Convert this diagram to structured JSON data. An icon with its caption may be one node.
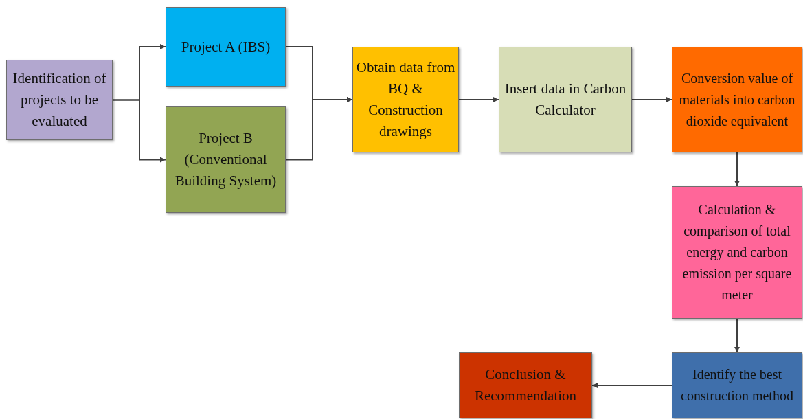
{
  "diagram": {
    "nodes": [
      {
        "text": [
          "Identification of projects to be evaluated"
        ]
      },
      {
        "text": [
          "Project A (IBS)"
        ]
      },
      {
        "text": [
          "Project B (Conventional Building System)"
        ]
      },
      {
        "text": [
          "Obtain data from BQ & Construction drawings"
        ]
      },
      {
        "text": [
          "Insert data in Carbon Calculator"
        ]
      },
      {
        "text": [
          "Conversion value of materials into carbon dioxide equivalent"
        ]
      },
      {
        "text": [
          "Calculation & comparison of total energy and carbon emission per square meter"
        ]
      },
      {
        "text": [
          "Identify the best construction method"
        ]
      },
      {
        "text": [
          "Conclusion & Recommendation"
        ]
      }
    ],
    "edges": [
      {
        "from": 0,
        "to": 1,
        "arrow": "to"
      },
      {
        "from": 0,
        "to": 2,
        "arrow": "to"
      },
      {
        "from": 1,
        "to": 3,
        "arrow": "to"
      },
      {
        "from": 2,
        "to": 3,
        "arrow": "to"
      },
      {
        "from": 3,
        "to": 4,
        "arrow": "to"
      },
      {
        "from": 4,
        "to": 5,
        "arrow": "to"
      },
      {
        "from": 5,
        "to": 6,
        "arrow": "to"
      },
      {
        "from": 6,
        "to": 7,
        "arrow": "to"
      },
      {
        "from": 7,
        "to": 8,
        "arrow": "to"
      }
    ]
  }
}
